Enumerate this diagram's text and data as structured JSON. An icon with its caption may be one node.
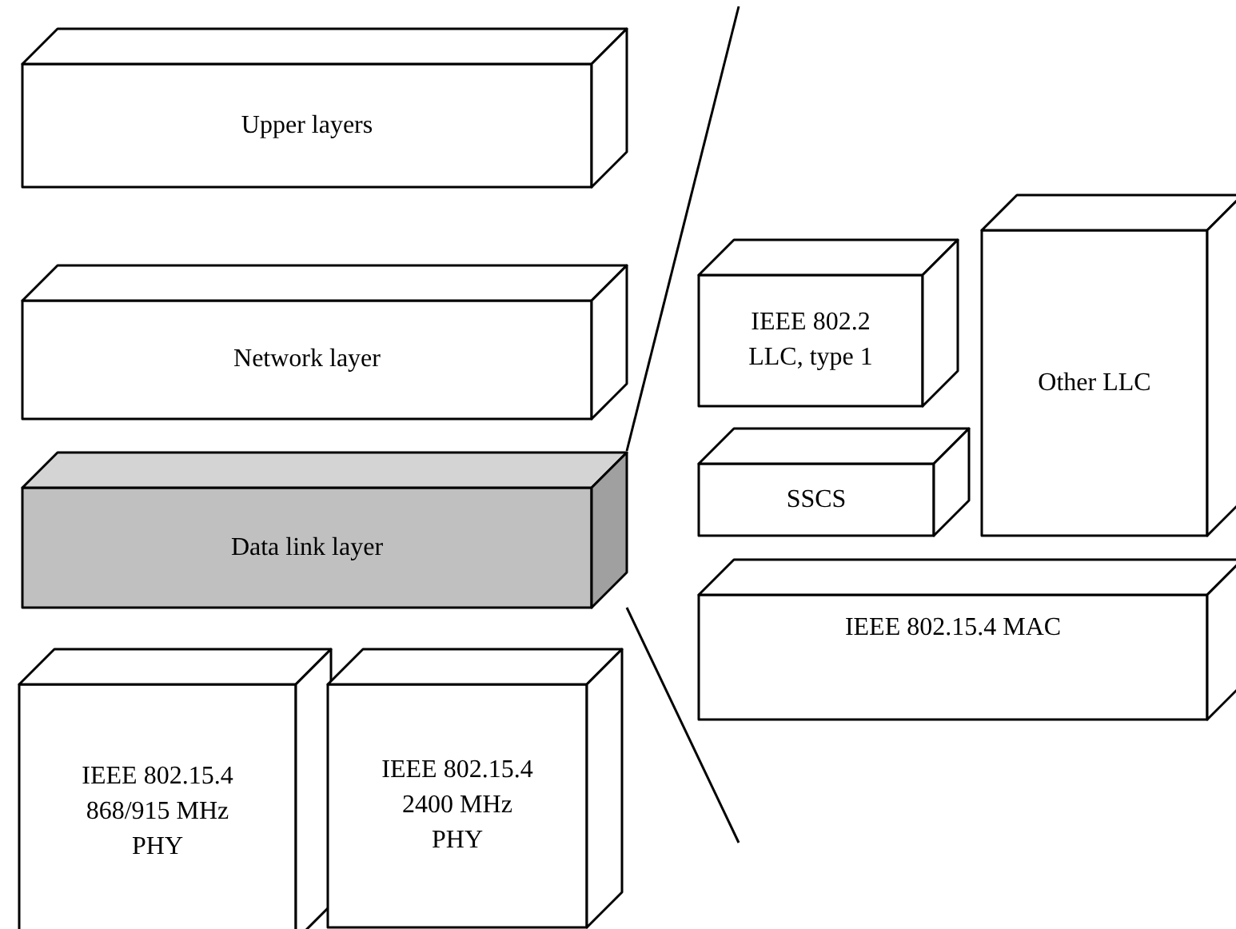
{
  "diagram": {
    "nodes": [
      {
        "text": [
          "Upper layers"
        ]
      },
      {
        "text": [
          "Network layer"
        ]
      },
      {
        "text": [
          "Data link layer"
        ]
      },
      {
        "text": [
          "IEEE 802.15.4 868/915 MHz PHY"
        ]
      },
      {
        "text": [
          "IEEE 802.15.4 2400 MHz PHY"
        ]
      },
      {
        "text": [
          "IEEE 802.2 LLC, type 1"
        ]
      },
      {
        "text": [
          "Other LLC"
        ]
      },
      {
        "text": [
          "SSCS"
        ]
      },
      {
        "text": [
          "IEEE 802.15.4 MAC"
        ]
      }
    ]
  }
}
